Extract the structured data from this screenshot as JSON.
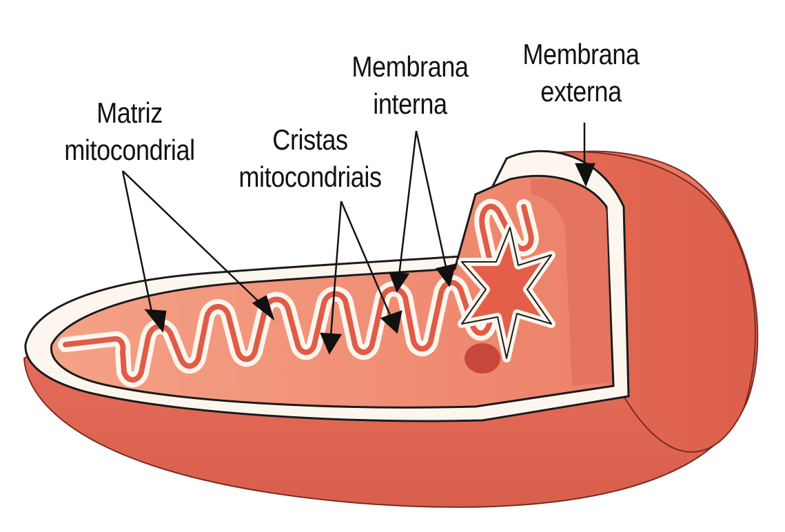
{
  "labels": {
    "matrix": {
      "line1": "Matriz",
      "line2": "mitocondrial"
    },
    "cristae": {
      "line1": "Cristas",
      "line2": "mitocondriais"
    },
    "inner_membrane": {
      "line1": "Membrana",
      "line2": "interna"
    },
    "outer_membrane": {
      "line1": "Membrana",
      "line2": "externa"
    }
  },
  "colors": {
    "outer_body": "#e46b57",
    "outer_shadow": "#d5574a",
    "membrane_space": "#fdf6ee",
    "matrix": "#f2957b",
    "cristae_fill": "#e4604c",
    "cristae_dark": "#cf4a3c",
    "outline": "#1a1a1a",
    "arrow": "#111111"
  }
}
